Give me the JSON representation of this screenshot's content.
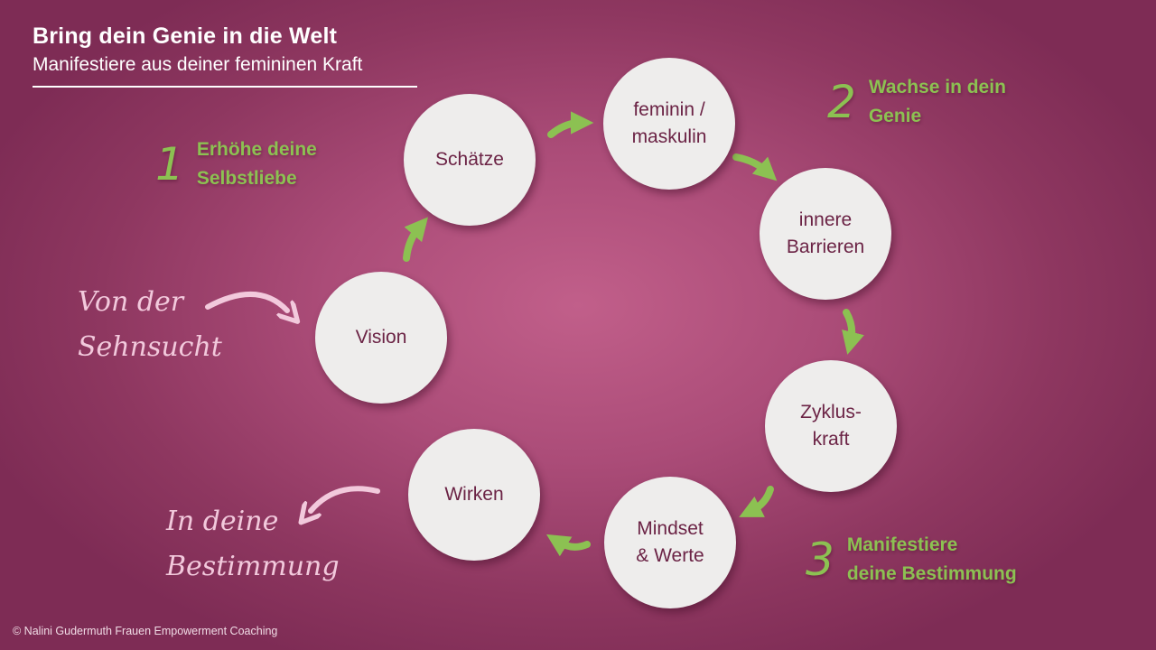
{
  "header": {
    "title": "Bring dein Genie in die Welt",
    "subtitle": "Manifestiere aus deiner femininen Kraft"
  },
  "nodes": [
    {
      "id": "vision",
      "label": "Vision"
    },
    {
      "id": "schaetze",
      "label": "Schätze"
    },
    {
      "id": "feminin",
      "label": "feminin /\nmaskulin"
    },
    {
      "id": "barrieren",
      "label": "innere\nBarrieren"
    },
    {
      "id": "zyklus",
      "label": "Zyklus-\nkraft"
    },
    {
      "id": "mindset",
      "label": "Mindset\n& Werte"
    },
    {
      "id": "wirken",
      "label": "Wirken"
    }
  ],
  "steps": [
    {
      "number": "1",
      "text": "Erhöhe deine\nSelbstliebe"
    },
    {
      "number": "2",
      "text": "Wachse in dein\nGenie"
    },
    {
      "number": "3",
      "text": "Manifestiere\ndeine Bestimmung"
    }
  ],
  "side_labels": {
    "start": "Von der\nSehnsucht",
    "end": "In deine\nBestimmung"
  },
  "footer": "© Nalini Gudermuth  Frauen Empowerment Coaching",
  "colors": {
    "accent_green": "#8cc152",
    "node_fill": "#eeedec",
    "node_text": "#6b2345",
    "script_pink": "#f2c9dc"
  }
}
